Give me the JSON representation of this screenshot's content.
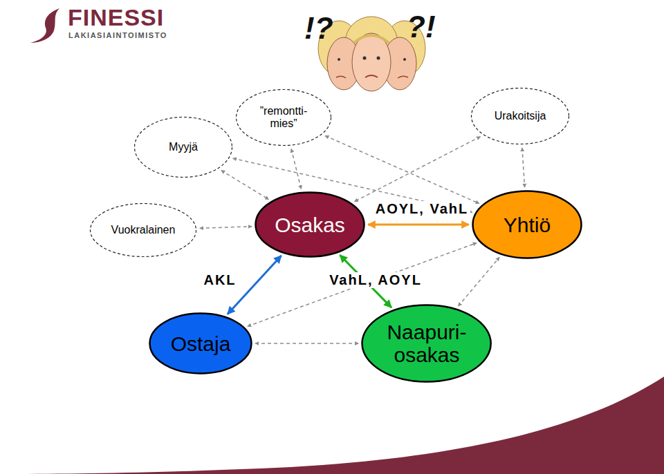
{
  "diagram": {
    "nodes": [
      {
        "text": [
          "”remontti- mies”"
        ]
      },
      {
        "text": [
          "Urakoitsija"
        ]
      },
      {
        "text": [
          "Myyjä"
        ]
      },
      {
        "text": [
          "Vuokralainen"
        ]
      },
      {
        "text": [
          "Osakas"
        ]
      },
      {
        "text": [
          "Yhtiö"
        ]
      },
      {
        "text": [
          "Ostaja"
        ]
      },
      {
        "text": [
          "Naapuri- osakas"
        ]
      }
    ],
    "edges": [
      {
        "from": 4,
        "to": 5,
        "label": "AOYL, VahL",
        "arrow": "both"
      },
      {
        "from": 4,
        "to": 6,
        "label": "AKL",
        "arrow": "both"
      },
      {
        "from": 4,
        "to": 7,
        "label": "VahL, AOYL",
        "arrow": "both"
      },
      {
        "from": 2,
        "to": 4,
        "arrow": "both"
      },
      {
        "from": 3,
        "to": 4,
        "arrow": "both"
      },
      {
        "from": 0,
        "to": 4,
        "arrow": "both"
      },
      {
        "from": 1,
        "to": 4,
        "arrow": "both"
      },
      {
        "from": 1,
        "to": 5,
        "arrow": "both"
      },
      {
        "from": 0,
        "to": 5,
        "arrow": "both"
      },
      {
        "from": 2,
        "to": 5,
        "arrow": "both"
      },
      {
        "from": 6,
        "to": 5,
        "arrow": "both"
      },
      {
        "from": 7,
        "to": 5,
        "arrow": "both"
      },
      {
        "from": 6,
        "to": 7,
        "arrow": "both"
      }
    ],
    "labels": [
      "FINESSI",
      "LAKIASIAINTOIMISTO",
      "!?",
      "?!"
    ]
  }
}
